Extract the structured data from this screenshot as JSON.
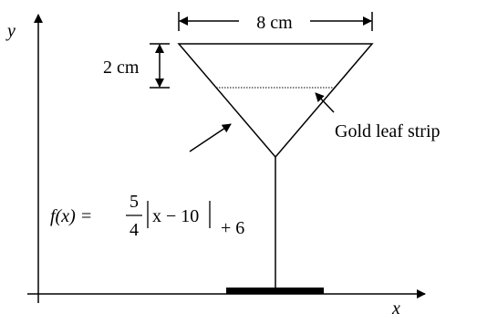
{
  "axes": {
    "x_label": "x",
    "y_label": "y"
  },
  "dimensions": {
    "top_width": "8 cm",
    "depth": "2 cm"
  },
  "labels": {
    "strip": "Gold leaf strip"
  },
  "equation": {
    "lhs": "f(x) = ",
    "numerator": "5",
    "denominator": "4",
    "abs_content": "x − 10",
    "tail": " + 6"
  },
  "colors": {
    "ink": "#000000",
    "background": "#ffffff"
  }
}
